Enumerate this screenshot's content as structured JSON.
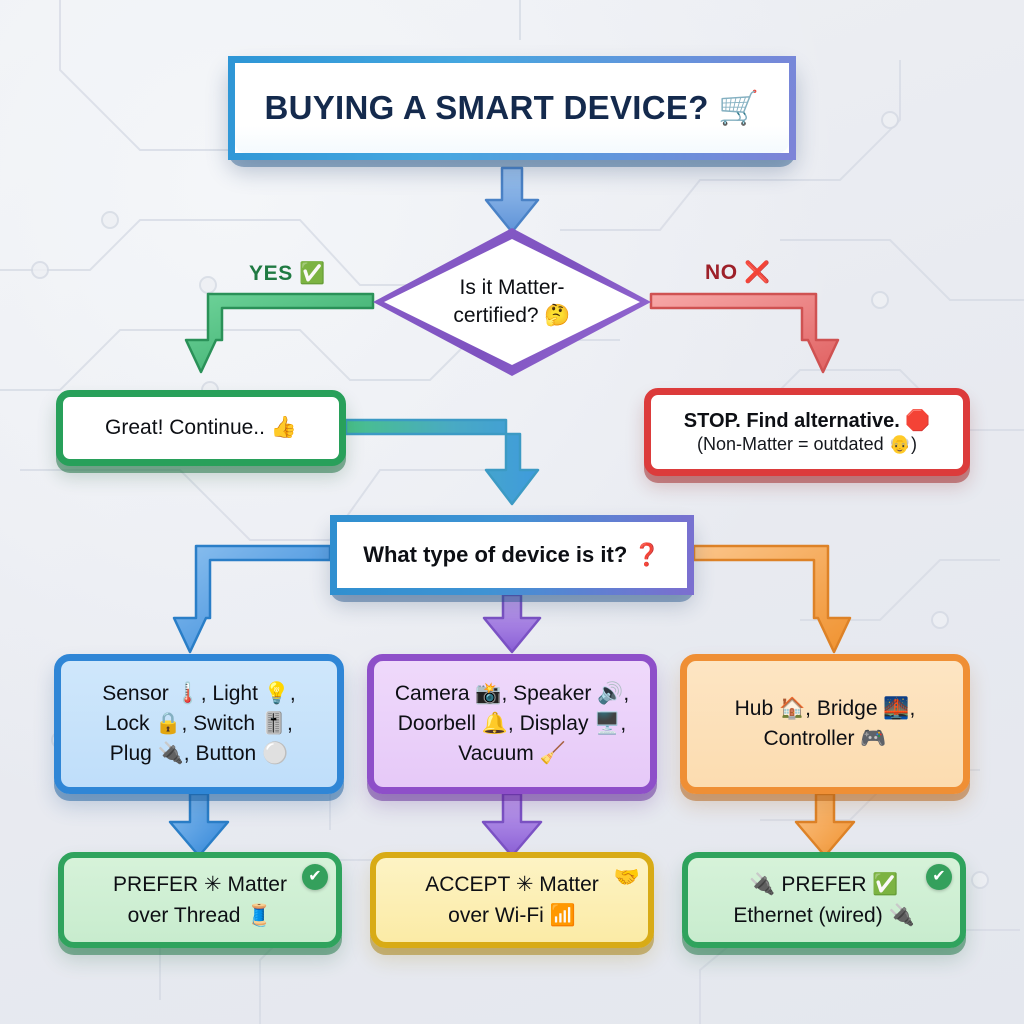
{
  "title": {
    "text": "BUYING A SMART DEVICE? 🛒"
  },
  "decision": {
    "text": "Is it Matter-certified? 🤔",
    "yes_label": "YES ✅",
    "no_label": "NO ❌",
    "yes_color": "#1f7a42",
    "no_color": "#9d2029",
    "border_color": "#8254c4"
  },
  "outcomes": {
    "yes_box": {
      "text": "Great! Continue.. 👍",
      "border_color": "#28a05a"
    },
    "no_box": {
      "line1": "STOP. Find alternative. 🛑",
      "line2": "(Non-Matter = outdated 👴)",
      "border_color": "#dc3b3b"
    }
  },
  "type_question": {
    "text": "What type of device is it? ❓"
  },
  "categories": [
    {
      "name": "sensors-lights-controls",
      "line1": "Sensor 🌡️, Light 💡,",
      "line2": "Lock 🔒, Switch 🎚️,",
      "line3": "Plug 🔌, Button ⚪",
      "color": "#2f86d6"
    },
    {
      "name": "cameras-speakers-displays",
      "line1": "Camera 📸, Speaker 🔊,",
      "line2": "Doorbell 🔔, Display 🖥️,",
      "line3": "Vacuum 🧹",
      "color": "#8e4fc9"
    },
    {
      "name": "hubs-bridges-controllers",
      "line1": "Hub 🏠, Bridge 🌉,",
      "line2": "Controller 🎮",
      "line3": "",
      "color": "#ef8f35"
    }
  ],
  "recommendations": [
    {
      "name": "prefer-matter-over-thread",
      "line1": "PREFER ✳ Matter",
      "line2": "over Thread 🧵",
      "badge": "✔",
      "badge_type": "check",
      "color": "#2fa35d"
    },
    {
      "name": "accept-matter-over-wifi",
      "line1": "ACCEPT ✳ Matter",
      "line2": "over Wi-Fi 📶",
      "badge": "🤝",
      "badge_type": "plain",
      "color": "#d8ab16"
    },
    {
      "name": "prefer-ethernet-wired",
      "line1": "🔌 PREFER ✅",
      "line2": "Ethernet (wired) 🔌",
      "badge": "✔",
      "badge_type": "check",
      "color": "#2fa35d"
    }
  ],
  "edges": {
    "title_to_decision_color": "#5b8fd6",
    "yes_branch_color": "#2fa35d",
    "no_branch_color": "#e06161",
    "great_to_type_color": "#41a0d8",
    "type_to_blue_color": "#3b95e2",
    "type_to_purple_color": "#9b6fdd",
    "type_to_orange_color": "#f2a355"
  }
}
